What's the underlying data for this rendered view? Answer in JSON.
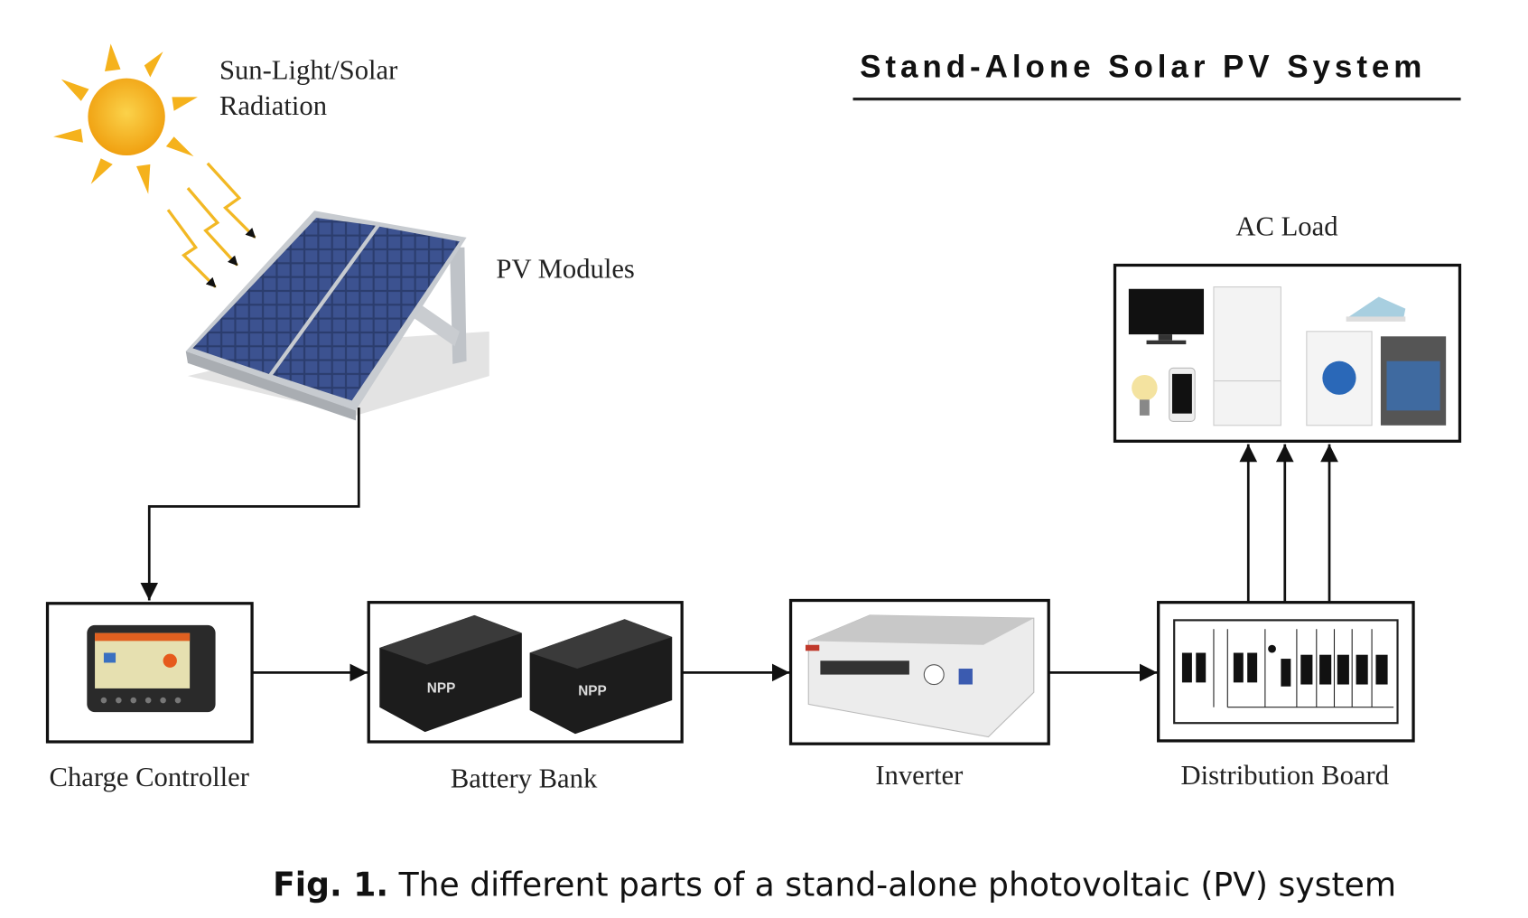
{
  "title": "Stand-Alone Solar PV System",
  "labels": {
    "sunlight_line1": "Sun-Light/Solar",
    "sunlight_line2": "Radiation",
    "pv_modules": "PV Modules",
    "ac_load": "AC Load",
    "charge_controller": "Charge Controller",
    "battery_bank": "Battery Bank",
    "inverter": "Inverter",
    "distribution_board": "Distribution Board"
  },
  "battery_brand": "NPP",
  "caption": {
    "prefix": "Fig. 1.",
    "text": " The different parts of a stand-alone photovoltaic (PV) system"
  },
  "colors": {
    "sun": "#f5b21c",
    "panel": "#2d3e6b",
    "line": "#111111"
  }
}
